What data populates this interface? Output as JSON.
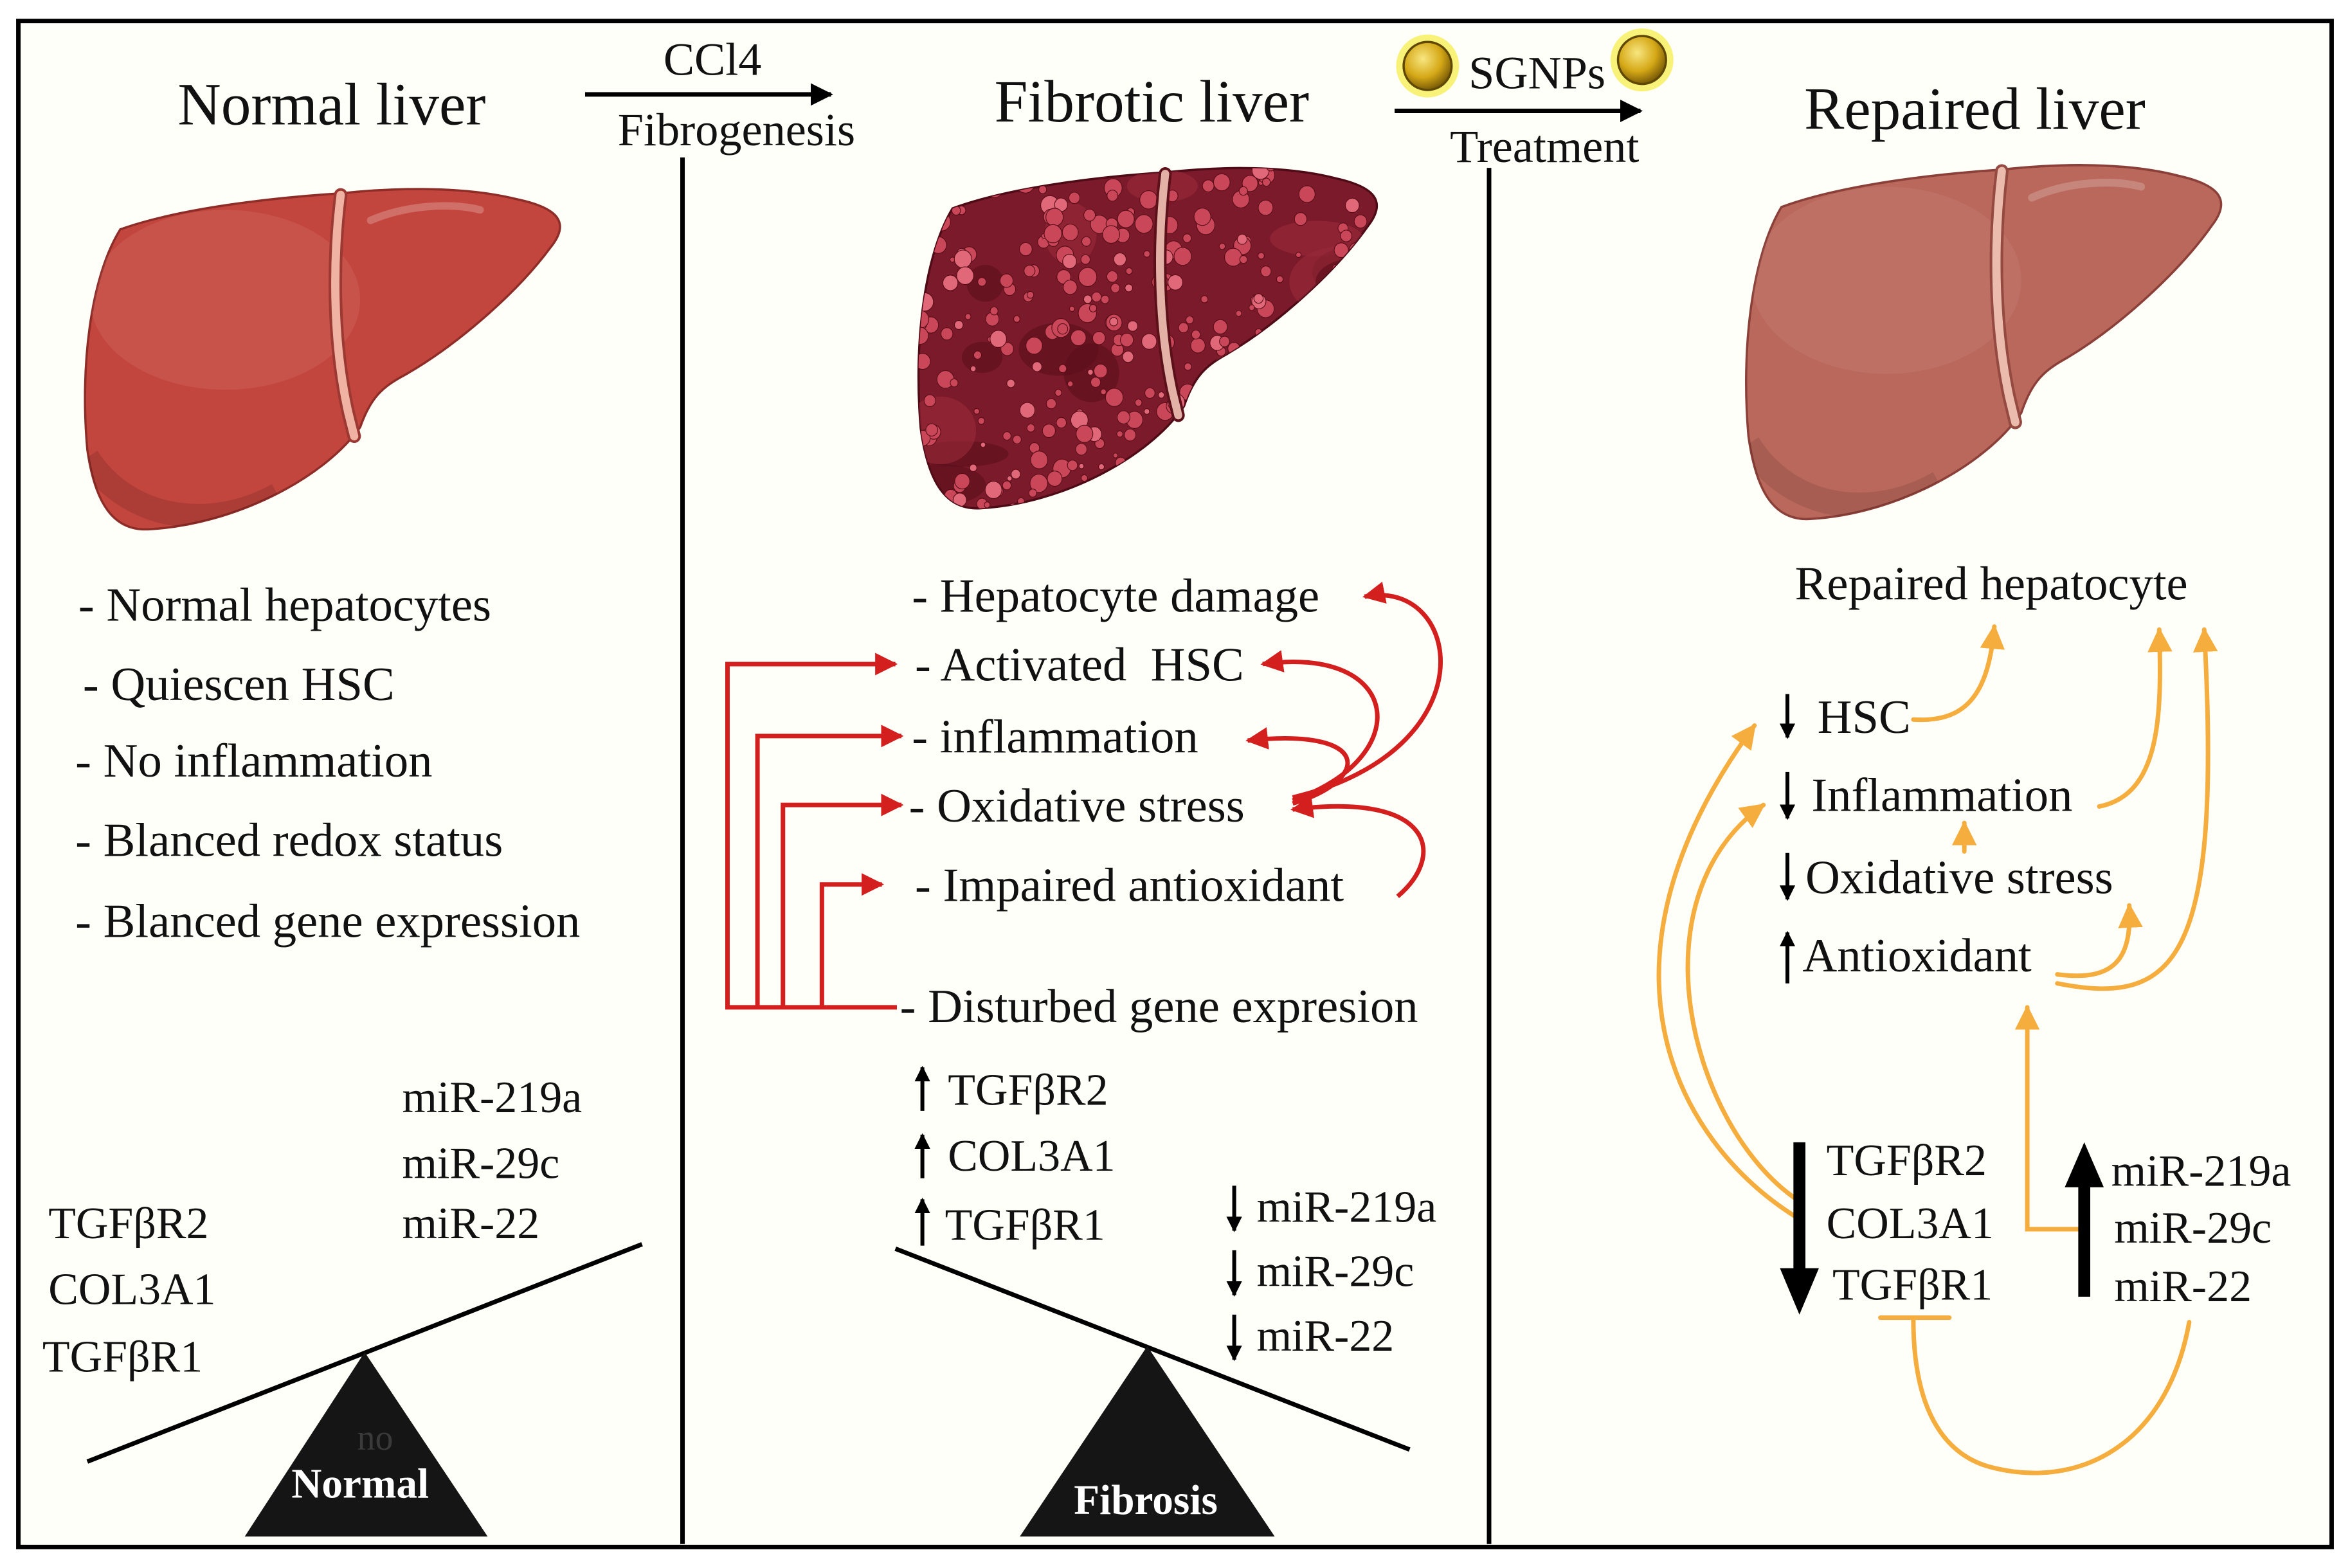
{
  "panels": {
    "normal": {
      "title": "Normal liver",
      "features": [
        "- Normal hepatocytes",
        "- Quiescen HSC",
        "- No inflammation",
        "- Blanced redox status",
        "- Blanced gene expression"
      ],
      "mirnas": [
        "miR-219a",
        "miR-29c",
        "miR-22"
      ],
      "genes": [
        "TGFβR2",
        "COL3A1",
        "TGFβR1"
      ],
      "balance": {
        "label": "Normal",
        "overlay": "no"
      }
    },
    "fibrotic": {
      "title": "Fibrotic liver",
      "features": [
        "- Hepatocyte damage",
        "- Activated  HSC",
        "- inflammation",
        "- Oxidative stress",
        "- Impaired antioxidant",
        "- Disturbed gene expresion"
      ],
      "genes": [
        "TGFβR2",
        "COL3A1",
        "TGFβR1"
      ],
      "mirnas": [
        "miR-219a",
        "miR-29c",
        "miR-22"
      ],
      "balance": {
        "label": "Fibrosis"
      }
    },
    "repaired": {
      "title": "Repaired liver",
      "outcome": "Repaired hepatocyte",
      "features": [
        "HSC",
        "Inflammation",
        "Oxidative stress",
        "Antioxidant"
      ],
      "genes": [
        "TGFβR2",
        "COL3A1",
        "TGFβR1"
      ],
      "mirnas": [
        "miR-219a",
        "miR-29c",
        "miR-22"
      ]
    }
  },
  "transitions": [
    {
      "agent": "CCl4",
      "process": "Fibrogenesis"
    },
    {
      "agent": "SGNPs",
      "process": "Treatment"
    }
  ],
  "colors": {
    "background": "#fffffa",
    "normal_liver": "#c3463e",
    "fibrotic_liver": "#7b1a2a",
    "fibrotic_nodule": "#c94758",
    "repaired_liver": "#ba685c",
    "feedback_arrow": "#d3201f",
    "treatment_arrow": "#f5ad3e",
    "nanoparticle": "#d5a816"
  }
}
